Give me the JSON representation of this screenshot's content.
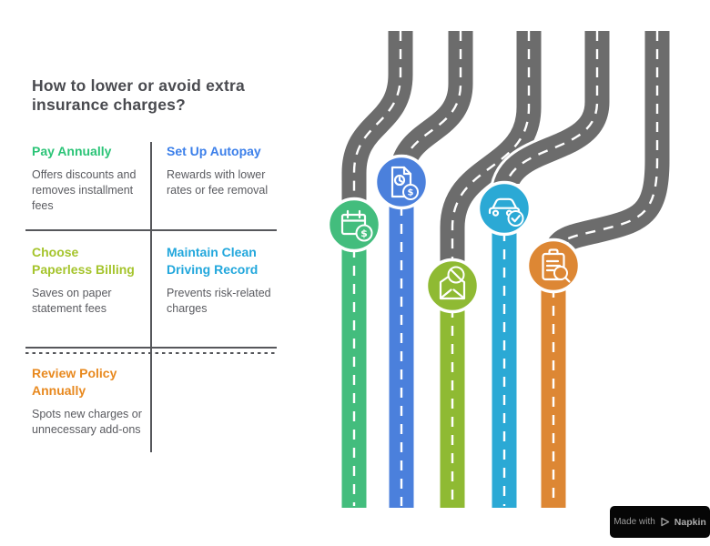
{
  "title": "How to lower or avoid extra insurance charges?",
  "colors": {
    "title_text": "#494A4F",
    "body_text": "#5A5B60",
    "divider": "#56575B",
    "asphalt": "#6C6C6C",
    "lane_marking": "#FFFFFF",
    "badge_bg": "#060606",
    "badge_text": "#9C9C9C"
  },
  "tips": [
    {
      "heading": "Pay Annually",
      "body": "Offers discounts and removes installment fees",
      "heading_color": "#2BC477",
      "road_color": "#43BD7D",
      "icon": "calendar-dollar"
    },
    {
      "heading": "Set Up Autopay",
      "body": "Rewards with lower rates or fee removal",
      "heading_color": "#3B7FEA",
      "road_color": "#4B80DC",
      "icon": "document-clock-dollar"
    },
    {
      "heading": "Choose Paperless Billing",
      "body": "Saves on paper statement fees",
      "heading_color": "#A5C42C",
      "road_color": "#8FBA33",
      "icon": "envelope-blocked"
    },
    {
      "heading": "Maintain Clean Driving Record",
      "body": "Prevents risk-related charges",
      "heading_color": "#22A7DC",
      "road_color": "#2BA9D5",
      "icon": "car-check"
    },
    {
      "heading": "Review Policy Annually",
      "body": "Spots new charges or unnecessary add-ons",
      "heading_color": "#E8891F",
      "road_color": "#DD8734",
      "icon": "clipboard-search"
    }
  ],
  "glyphs": {
    "dollar": "$"
  },
  "badge": {
    "prefix": "Made with",
    "brand": "Napkin"
  }
}
